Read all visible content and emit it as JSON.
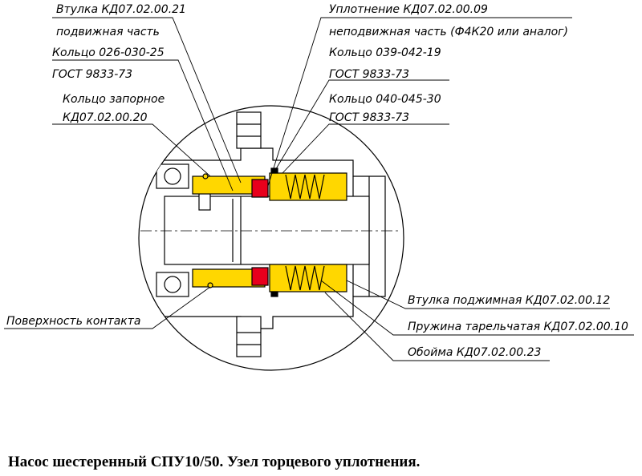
{
  "labels": {
    "sleeve_line1": "Втулка КД07.02.00.21",
    "sleeve_line2": "подвижная часть",
    "oring_small_line1": "Кольцо 026-030-25",
    "oring_small_line2": "ГОСТ 9833-73",
    "lock_ring_line1": "Кольцо запорное",
    "lock_ring_line2": "КД07.02.00.20",
    "seal_line1": "Уплотнение КД07.02.00.09",
    "seal_line2": "неподвижная часть (Ф4К20 или аналог)",
    "oring_mid_line1": "Кольцо 039-042-19",
    "oring_mid_line2": "ГОСТ 9833-73",
    "oring_large_line1": "Кольцо 040-045-30",
    "oring_large_line2": "ГОСТ 9833-73",
    "contact_surface": "Поверхность контакта",
    "press_sleeve": "Втулка поджимная КД07.02.00.12",
    "disc_spring": "Пружина тарельчатая КД07.02.00.10",
    "holder": "Обойма КД07.02.00.23"
  },
  "caption": "Насос шестеренный СПУ10/50. Узел торцевого уплотнения.",
  "colors": {
    "yellow_parts": "#FFD700",
    "red_seal": "#E8001C",
    "outline": "#000000"
  }
}
